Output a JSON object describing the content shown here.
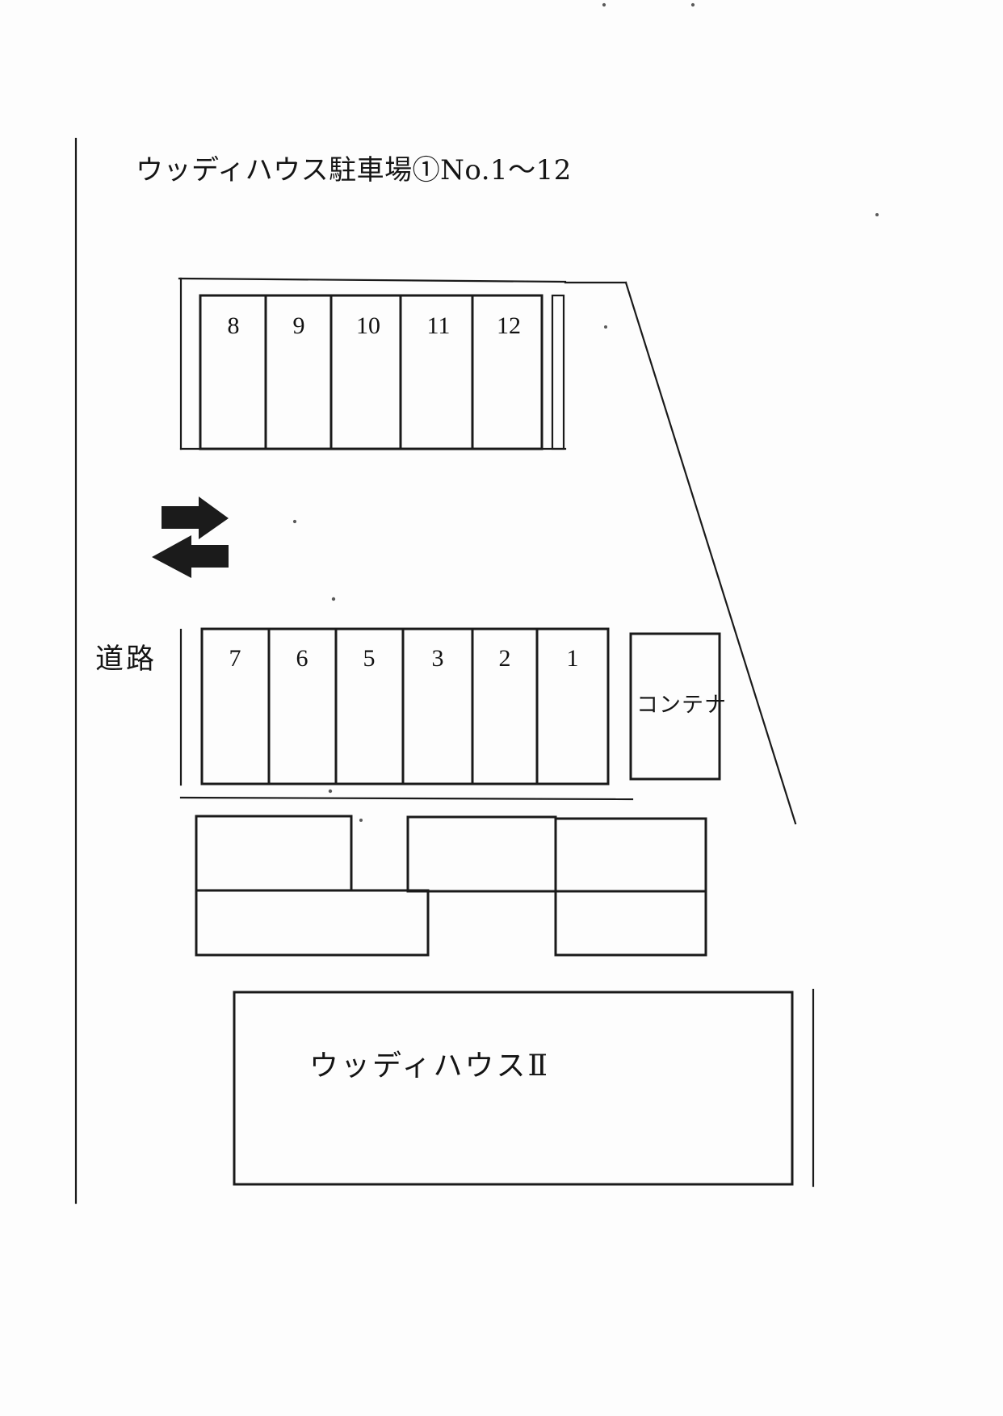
{
  "document": {
    "title": "ウッディハウス駐車場①No.1～12",
    "kind": "parking-lot-site-plan"
  },
  "labels": {
    "road": "道路",
    "container": "コンテナ",
    "building": "ウッディハウスⅡ"
  },
  "parking": {
    "upper_row": {
      "name": "upper-parking-row",
      "stalls": [
        {
          "number": "8"
        },
        {
          "number": "9"
        },
        {
          "number": "10"
        },
        {
          "number": "11"
        },
        {
          "number": "12"
        }
      ],
      "has_narrow_end_bay": true
    },
    "lower_row": {
      "name": "lower-parking-row",
      "stalls": [
        {
          "number": "7"
        },
        {
          "number": "6"
        },
        {
          "number": "5"
        },
        {
          "number": "3"
        },
        {
          "number": "2"
        },
        {
          "number": "1"
        }
      ],
      "has_narrow_end_bay": false
    }
  },
  "colors": {
    "ink": "#1a1a1a",
    "paper": "#fdfdfd",
    "arrow": "#1b1b1b"
  }
}
